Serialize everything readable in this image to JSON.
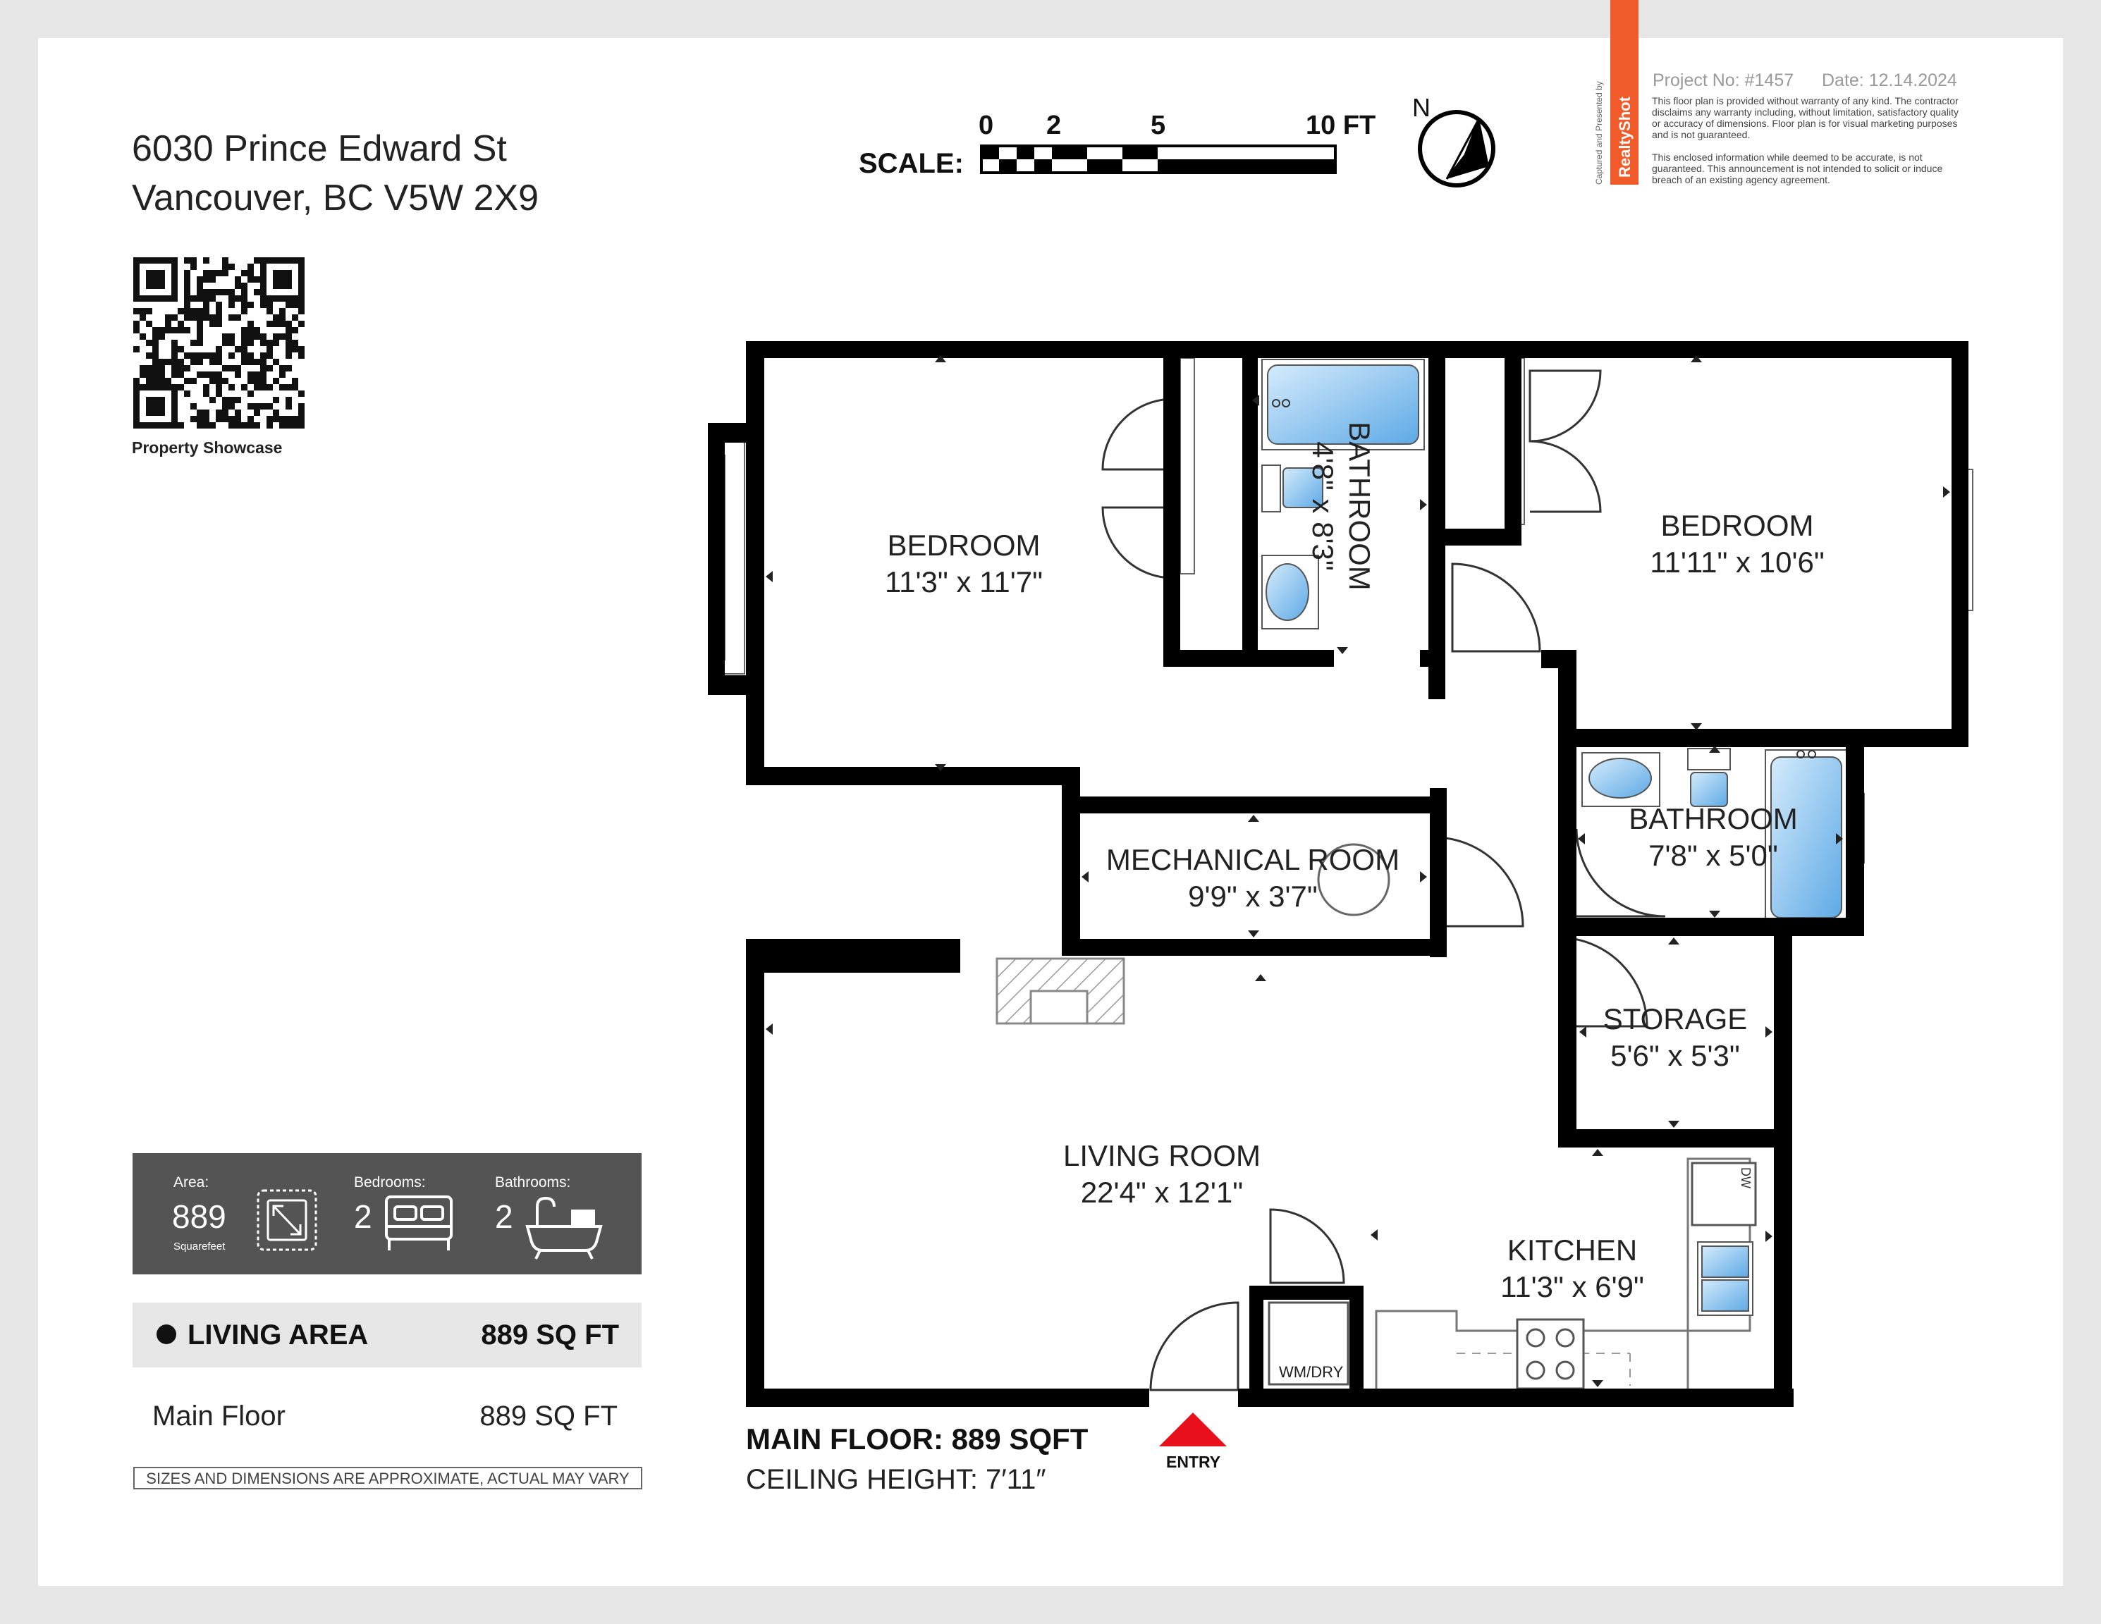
{
  "address": {
    "line1": "6030 Prince Edward St",
    "line2": "Vancouver, BC V5W 2X9"
  },
  "qr": {
    "caption": "Property Showcase"
  },
  "scale": {
    "label": "SCALE:",
    "ticks": [
      "0",
      "2",
      "5",
      "10 FT"
    ]
  },
  "compass": {
    "label": "N"
  },
  "branding": {
    "captured_by": "Captured and Presented by",
    "brand": "RealtyShot",
    "project_no": "Project No: #1457",
    "date": "Date: 12.14.2024",
    "disclaimer_1": [
      "This floor plan is provided without warranty of any kind. The contractor",
      "disclaims any warranty including, without limitation, satisfactory quality",
      "or accuracy of dimensions. Floor plan is for visual marketing purposes",
      "and is not guaranteed."
    ],
    "disclaimer_2": [
      "This enclosed information while deemed to be accurate, is not",
      "guaranteed. This announcement is not intended to solicit or induce",
      "breach of an existing agency agreement."
    ]
  },
  "rooms": {
    "bedroom1": {
      "name": "BEDROOM",
      "dims": "11'3\" x 11'7\""
    },
    "bathroom1": {
      "name": "BATHROOM",
      "dims": "4'8\" x 8'3\""
    },
    "bedroom2": {
      "name": "BEDROOM",
      "dims": "11'11\" x 10'6\""
    },
    "mechanical": {
      "name": "MECHANICAL ROOM",
      "dims": "9'9\" x 3'7\""
    },
    "bathroom2": {
      "name": "BATHROOM",
      "dims": "7'8\" x 5'0\""
    },
    "storage": {
      "name": "STORAGE",
      "dims": "5'6\" x 5'3\""
    },
    "living": {
      "name": "LIVING ROOM",
      "dims": "22'4\" x 12'1\""
    },
    "kitchen": {
      "name": "KITCHEN",
      "dims": "11'3\" x 6'9\""
    }
  },
  "fixtures": {
    "washer_dryer": "WM/DRY",
    "dishwasher": "DW"
  },
  "entry": {
    "label": "ENTRY",
    "color": "#e8101c"
  },
  "floor_summary": {
    "title": "MAIN FLOOR: 889 SQFT",
    "ceiling": "CEILING HEIGHT: 7′11″"
  },
  "stats": {
    "area_label": "Area:",
    "area_value": "889",
    "area_unit": "Squarefeet",
    "bedrooms_label": "Bedrooms:",
    "bedrooms_value": "2",
    "bathrooms_label": "Bathrooms:",
    "bathrooms_value": "2"
  },
  "areas": {
    "living_label": "LIVING AREA",
    "living_value": "889 SQ FT",
    "main_floor_label": "Main Floor",
    "main_floor_value": "889 SQ FT",
    "disclaimer": "SIZES AND DIMENSIONS ARE APPROXIMATE, ACTUAL MAY VARY"
  },
  "colors": {
    "wall": "#000000",
    "fixture_blue": "#8ec5ee",
    "stats_box": "#545454",
    "area_box": "#e6e6e6",
    "brand": "#f15a29"
  }
}
